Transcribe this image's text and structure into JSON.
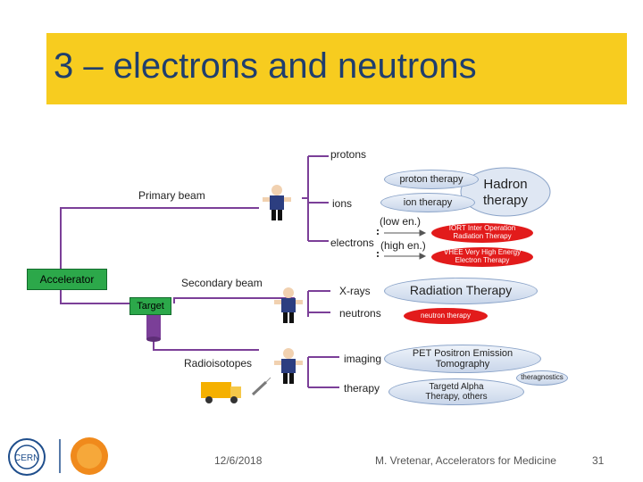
{
  "title": "3 – electrons and neutrons",
  "diagram": {
    "primary_beam": "Primary beam",
    "secondary_beam": "Secondary beam",
    "accelerator": "Accelerator",
    "target": "Target",
    "radioisotopes": "Radioisotopes",
    "protons": "protons",
    "ions": "ions",
    "electrons": "electrons",
    "xrays": "X-rays",
    "neutrons": "neutrons",
    "imaging": "imaging",
    "therapy": "therapy",
    "low_en": "(low en.)",
    "high_en": "(high en.)",
    "proton_therapy": "proton therapy",
    "ion_therapy": "ion therapy",
    "hadron_therapy": "Hadron therapy",
    "iort": "IORT Inter Operation Radiation Therapy",
    "vhee": "VHEE Very High Energy Electron Therapy",
    "radiation_therapy": "Radiation Therapy",
    "neutron_therapy": "neutron therapy",
    "pet": "PET Positron Emission Tomography",
    "theragnostics": "theragnostics",
    "targeted_alpha": "Targetd Alpha Therapy, others"
  },
  "footer": {
    "date": "12/6/2018",
    "author": "M. Vretenar, Accelerators for Medicine",
    "page": "31"
  },
  "colors": {
    "title_bar": "#f7cc1f",
    "title_text": "#1f3e6e",
    "wire": "#7b3f98",
    "accelerator": "#2ca84a",
    "red_ellipse": "#e21b1b"
  }
}
